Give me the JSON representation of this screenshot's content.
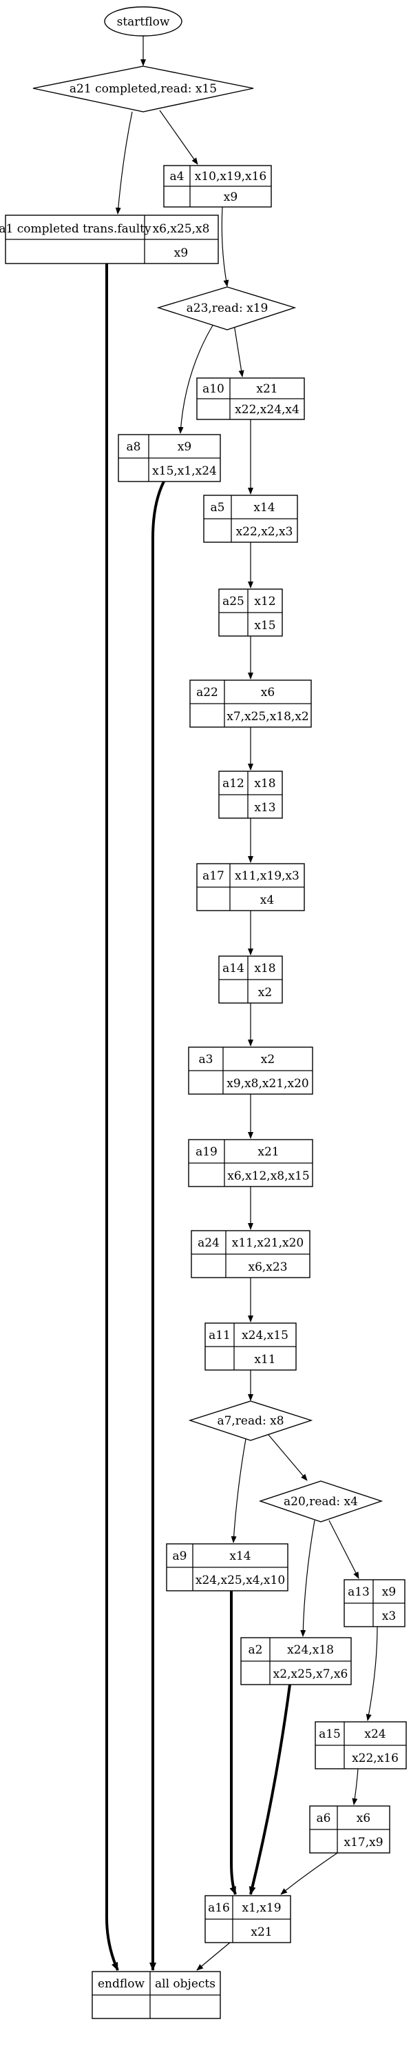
{
  "flow": {
    "start": "startflow",
    "end": {
      "label": "endflow",
      "value": "all objects"
    },
    "decisions": {
      "d1": "a21 completed,read: x15",
      "d2": "a23,read: x19",
      "d3": "a7,read: x8",
      "d4": "a20,read: x4"
    },
    "nodes": {
      "a4": {
        "id": "a4",
        "top": "x10,x19,x16",
        "bottom": "x9"
      },
      "a1": {
        "id": "a1  completed trans.faulty",
        "top": "x6,x25,x8",
        "bottom": "x9"
      },
      "a10": {
        "id": "a10",
        "top": "x21",
        "bottom": "x22,x24,x4"
      },
      "a8": {
        "id": "a8",
        "top": "x9",
        "bottom": "x15,x1,x24"
      },
      "a5": {
        "id": "a5",
        "top": "x14",
        "bottom": "x22,x2,x3"
      },
      "a25": {
        "id": "a25",
        "top": "x12",
        "bottom": "x15"
      },
      "a22": {
        "id": "a22",
        "top": "x6",
        "bottom": "x7,x25,x18,x2"
      },
      "a12": {
        "id": "a12",
        "top": "x18",
        "bottom": "x13"
      },
      "a17": {
        "id": "a17",
        "top": "x11,x19,x3",
        "bottom": "x4"
      },
      "a14": {
        "id": "a14",
        "top": "x18",
        "bottom": "x2"
      },
      "a3": {
        "id": "a3",
        "top": "x2",
        "bottom": "x9,x8,x21,x20"
      },
      "a19": {
        "id": "a19",
        "top": "x21",
        "bottom": "x6,x12,x8,x15"
      },
      "a24": {
        "id": "a24",
        "top": "x11,x21,x20",
        "bottom": "x6,x23"
      },
      "a11": {
        "id": "a11",
        "top": "x24,x15",
        "bottom": "x11"
      },
      "a9": {
        "id": "a9",
        "top": "x14",
        "bottom": "x24,x25,x4,x10"
      },
      "a13": {
        "id": "a13",
        "top": "x9",
        "bottom": "x3"
      },
      "a2": {
        "id": "a2",
        "top": "x24,x18",
        "bottom": "x2,x25,x7,x6"
      },
      "a15": {
        "id": "a15",
        "top": "x24",
        "bottom": "x22,x16"
      },
      "a6": {
        "id": "a6",
        "top": "x6",
        "bottom": "x17,x9"
      },
      "a16": {
        "id": "a16",
        "top": "x1,x19",
        "bottom": "x21"
      }
    }
  }
}
